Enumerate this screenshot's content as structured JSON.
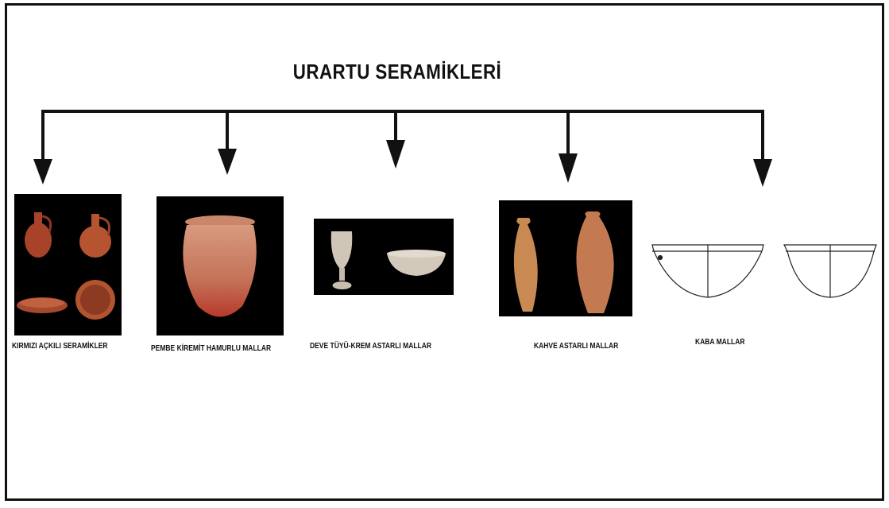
{
  "title": "URARTU SERAMİKLERİ",
  "categories": [
    {
      "label": "KIRMIZI AÇKILI SERAMİKLER"
    },
    {
      "label": "PEMBE KİREMİT HAMURLU MALLAR"
    },
    {
      "label": "DEVE TÜYÜ-KREM ASTARLI MALLAR"
    },
    {
      "label": "KAHVE ASTARLI MALLAR"
    },
    {
      "label": "KABA MALLAR"
    }
  ],
  "colors": {
    "line": "#111111",
    "red_burnished": "#b04a2e",
    "pink_tile": "#c87a5e",
    "cream": "#d8cfc2",
    "brown": "#c58a55"
  }
}
